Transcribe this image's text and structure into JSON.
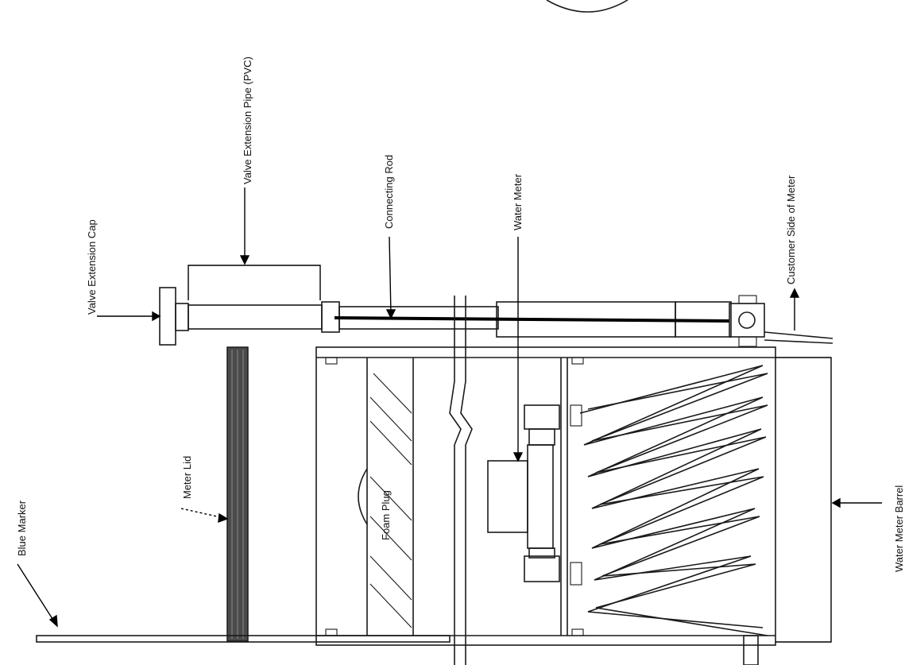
{
  "labels": {
    "valve_extension_pipe": "Valve Extension Pipe (PVC)",
    "valve_extension_cap": "Valve Extension Cap",
    "connecting_rod": "Connecting Rod",
    "water_meter": "Water Meter",
    "customer_side": "Customer Side of Meter",
    "meter_lid": "Meter Lid",
    "foam_plug": "Foam Plug",
    "blue_marker": "Blue Marker",
    "water_meter_barrel": "Water Meter Barrel"
  },
  "colors": {
    "line": "#1a1a1a",
    "lid": "#4a4a4a",
    "background": "#ffffff"
  }
}
